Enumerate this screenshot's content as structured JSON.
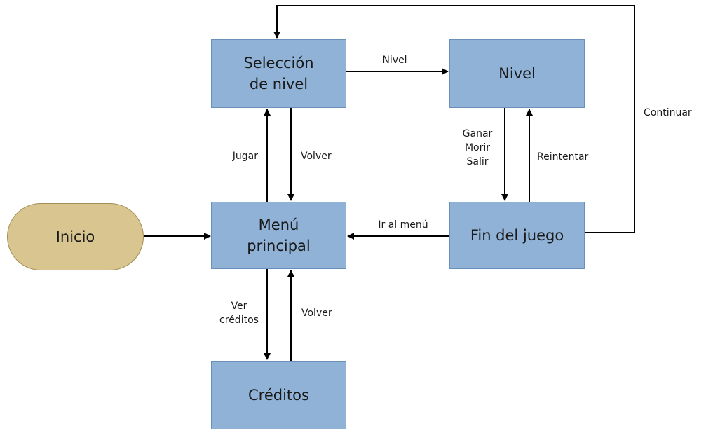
{
  "colors": {
    "box_fill": "#8fb2d6",
    "box_border": "#6a90ba",
    "start_fill": "#d8c590",
    "start_border": "#a48c55",
    "line": "#000000"
  },
  "nodes": {
    "inicio": "Inicio",
    "seleccion": "Selección\nde nivel",
    "nivel": "Nivel",
    "menu": "Menú\nprincipal",
    "fin": "Fin del juego",
    "creditos": "Créditos"
  },
  "edges": {
    "continuar": "Continuar",
    "nivel": "Nivel",
    "jugar": "Jugar",
    "volver_seleccion": "Volver",
    "ganar_morir_salir": "Ganar\nMorir\nSalir",
    "reintentar": "Reintentar",
    "ir_al_menu": "Ir al menú",
    "ver_creditos": "Ver\ncréditos",
    "volver_creditos": "Volver"
  }
}
